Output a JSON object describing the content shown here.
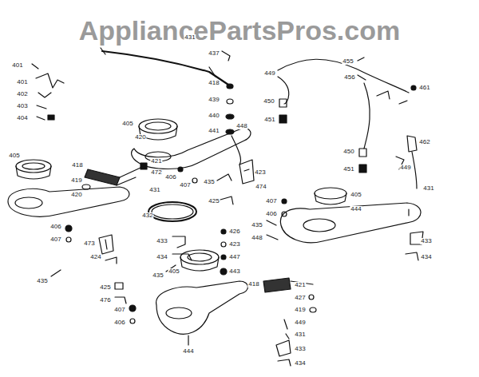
{
  "diagram": {
    "labels": [
      "AppliancePartsPros.com",
      "431",
      "437",
      "418",
      "439",
      "440",
      "441",
      "401",
      "401",
      "402",
      "403",
      "404",
      "405",
      "420",
      "405",
      "418",
      "421",
      "472",
      "419",
      "420",
      "406",
      "407",
      "431",
      "432",
      "433",
      "434",
      "473",
      "424",
      "406",
      "407",
      "435",
      "435",
      "425",
      "476",
      "407",
      "406",
      "405",
      "444",
      "426",
      "423",
      "447",
      "443",
      "435",
      "425",
      "448",
      "423",
      "474",
      "407",
      "406",
      "435",
      "448",
      "418",
      "421",
      "427",
      "419",
      "449",
      "431",
      "433",
      "434",
      "449",
      "455",
      "456",
      "450",
      "451",
      "461",
      "462",
      "450",
      "451",
      "449",
      "431",
      "405",
      "444",
      "433",
      "434"
    ]
  }
}
